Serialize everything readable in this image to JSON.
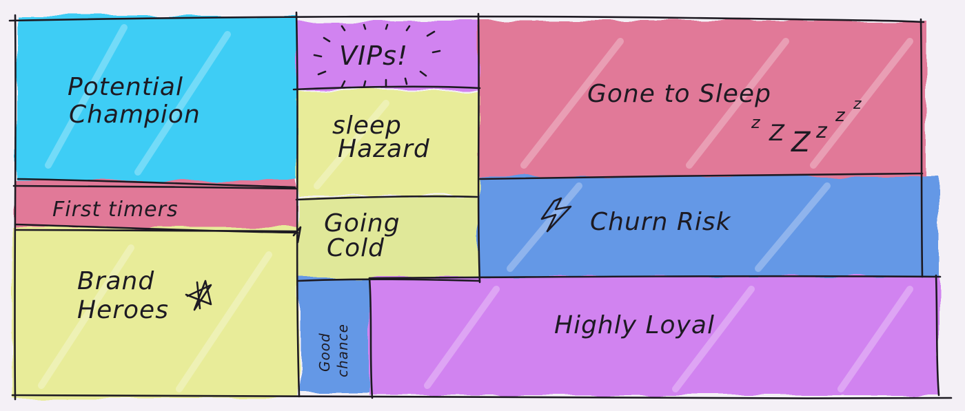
{
  "segments": {
    "potential_champion": {
      "line1": "Potential",
      "line2": "Champion"
    },
    "first_timers": "First timers",
    "brand_heroes": {
      "line1": "Brand",
      "line2": "Heroes"
    },
    "vips": "VIPs!",
    "sleep_hazard": {
      "line1": "sleep",
      "line2": "Hazard"
    },
    "going_cold": {
      "line1": "Going",
      "line2": "Cold"
    },
    "good_chance": {
      "line1": "Good",
      "line2": "chance"
    },
    "gone_to_sleep": "Gone to Sleep",
    "churn_risk": "Churn Risk",
    "highly_loyal": "Highly Loyal"
  },
  "doodles": {
    "snores": [
      "z",
      "Z",
      "Z",
      "z",
      "z",
      "z"
    ],
    "icons": [
      "star-icon",
      "lightning-icon",
      "sparkle-rays-icon"
    ]
  },
  "colors": {
    "cyan": "#36ccf5",
    "pink": "#e07394",
    "yellow": "#e8ec95",
    "violet": "#d07ef0",
    "blue": "#5d94e6",
    "ink": "#1d1a22",
    "paper": "#f4f0f6"
  }
}
